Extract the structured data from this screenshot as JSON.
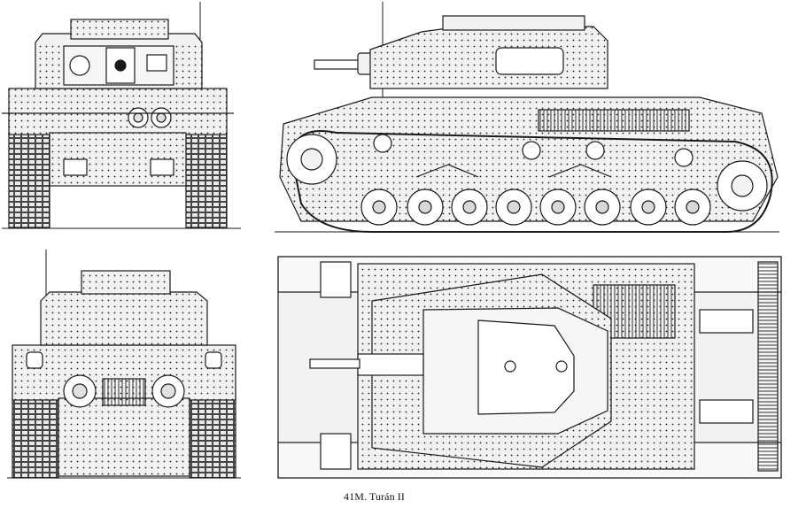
{
  "caption": "41M. Turán II",
  "colors": {
    "ink": "#1a1a1a",
    "fill": "#f2f2f2",
    "grey": "#bdbdbd",
    "background": "#ffffff"
  },
  "views": [
    "front-view",
    "side-view",
    "rear-view",
    "top-view"
  ]
}
